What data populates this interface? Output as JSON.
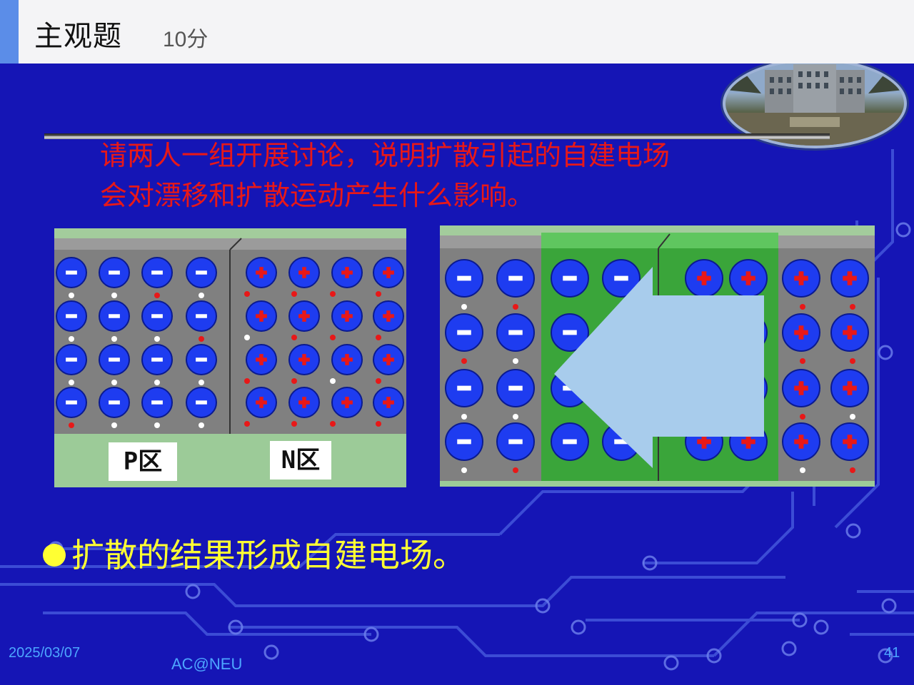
{
  "header": {
    "title": "主观题",
    "score": "10分"
  },
  "question": {
    "line1": "请两人一组开展讨论，说明扩散引起的自建电场",
    "line2": "会对漂移和扩散运动产生什么影响。"
  },
  "diagram_left": {
    "p_label": "P区",
    "n_label": "N区"
  },
  "conclusion": "扩散的结果形成自建电场。",
  "footer": {
    "date": "2025/03/07",
    "author": "AC@NEU",
    "page": "41"
  },
  "colors": {
    "background": "#1515b5",
    "question_text": "#e81818",
    "conclusion_text": "#ffff33",
    "footer_text": "#4da6ff",
    "ion_blue": "#1e3cf0",
    "depletion_green": "#3aa53a",
    "arrow": "#a8ccec"
  }
}
